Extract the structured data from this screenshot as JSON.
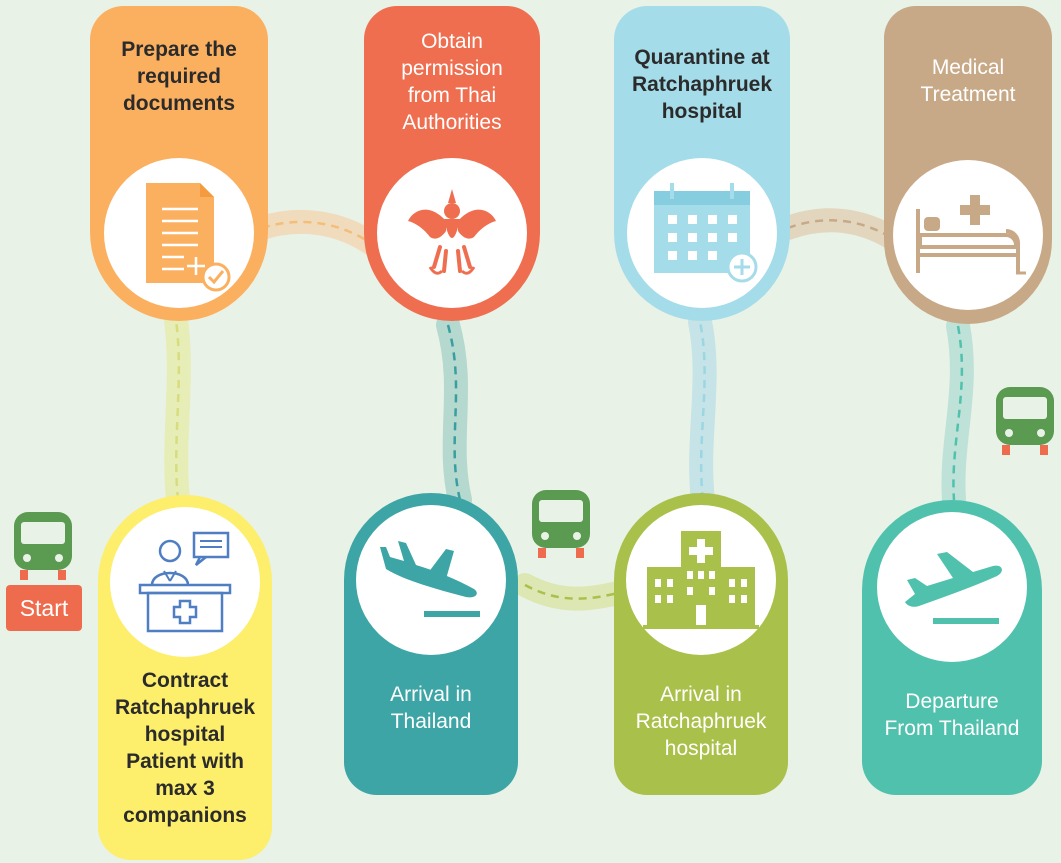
{
  "steps": {
    "prepare": {
      "label": "Prepare the\nrequired\ndocuments",
      "color": "#fbb060",
      "icon": "document-icon"
    },
    "permission": {
      "label": "Obtain\npermission\nfrom Thai\nAuthorities",
      "color": "#ef6e4f",
      "icon": "garuda-emblem-icon"
    },
    "quarantine": {
      "label": "Quarantine at\nRatchaphruek\nhospital",
      "color": "#a5dcea",
      "icon": "calendar-icon"
    },
    "treatment": {
      "label": "Medical\nTreatment",
      "color": "#c8a987",
      "icon": "hospital-bed-icon"
    },
    "contract": {
      "label": "Contract\nRatchaphruek\nhospital\nPatient with\nmax 3\ncompanions",
      "color": "#fdee6b",
      "icon": "reception-desk-icon"
    },
    "arrival_thailand": {
      "label": "Arrival in\nThailand",
      "color": "#3da5a6",
      "icon": "plane-landing-icon"
    },
    "arrival_hospital": {
      "label": "Arrival in\nRatchaphruek\nhospital",
      "color": "#a9c04a",
      "icon": "hospital-building-icon"
    },
    "departure": {
      "label": "Departure\nFrom Thailand",
      "color": "#50c1ad",
      "icon": "plane-takeoff-icon"
    }
  },
  "start": {
    "label": "Start",
    "color": "#ee6b4d"
  },
  "vehicle_color": "#5b9a51"
}
